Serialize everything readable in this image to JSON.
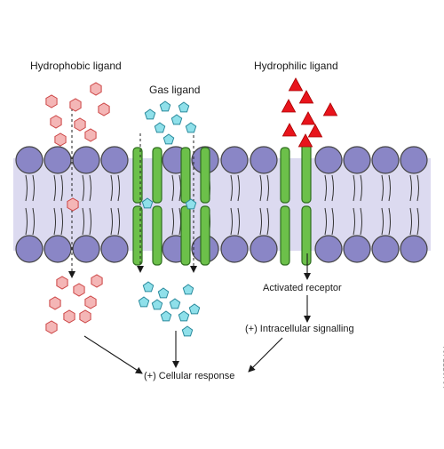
{
  "labels": {
    "hydrophobic": "Hydrophobic ligand",
    "gas": "Gas ligand",
    "hydrophilic": "Hydrophilic ligand",
    "activated_receptor": "Activated receptor",
    "intracellular_signalling": "(+) Intracellular signalling",
    "cellular_response": "(+) Cellular response",
    "stock_id": "1649555491"
  },
  "colors": {
    "lipid_head": "#8a86c6",
    "lipid_core": "#dcdaf0",
    "channel": "#6cc04a",
    "hydrophobic_ligand": "#f4b6b6",
    "gas_ligand": "#8fe0ea",
    "hydrophilic_ligand": "#e8141c"
  },
  "icons": {
    "hydrophobic_ligand": "hexagon-icon",
    "gas_ligand": "pentagon-icon",
    "hydrophilic_ligand": "triangle-icon"
  }
}
